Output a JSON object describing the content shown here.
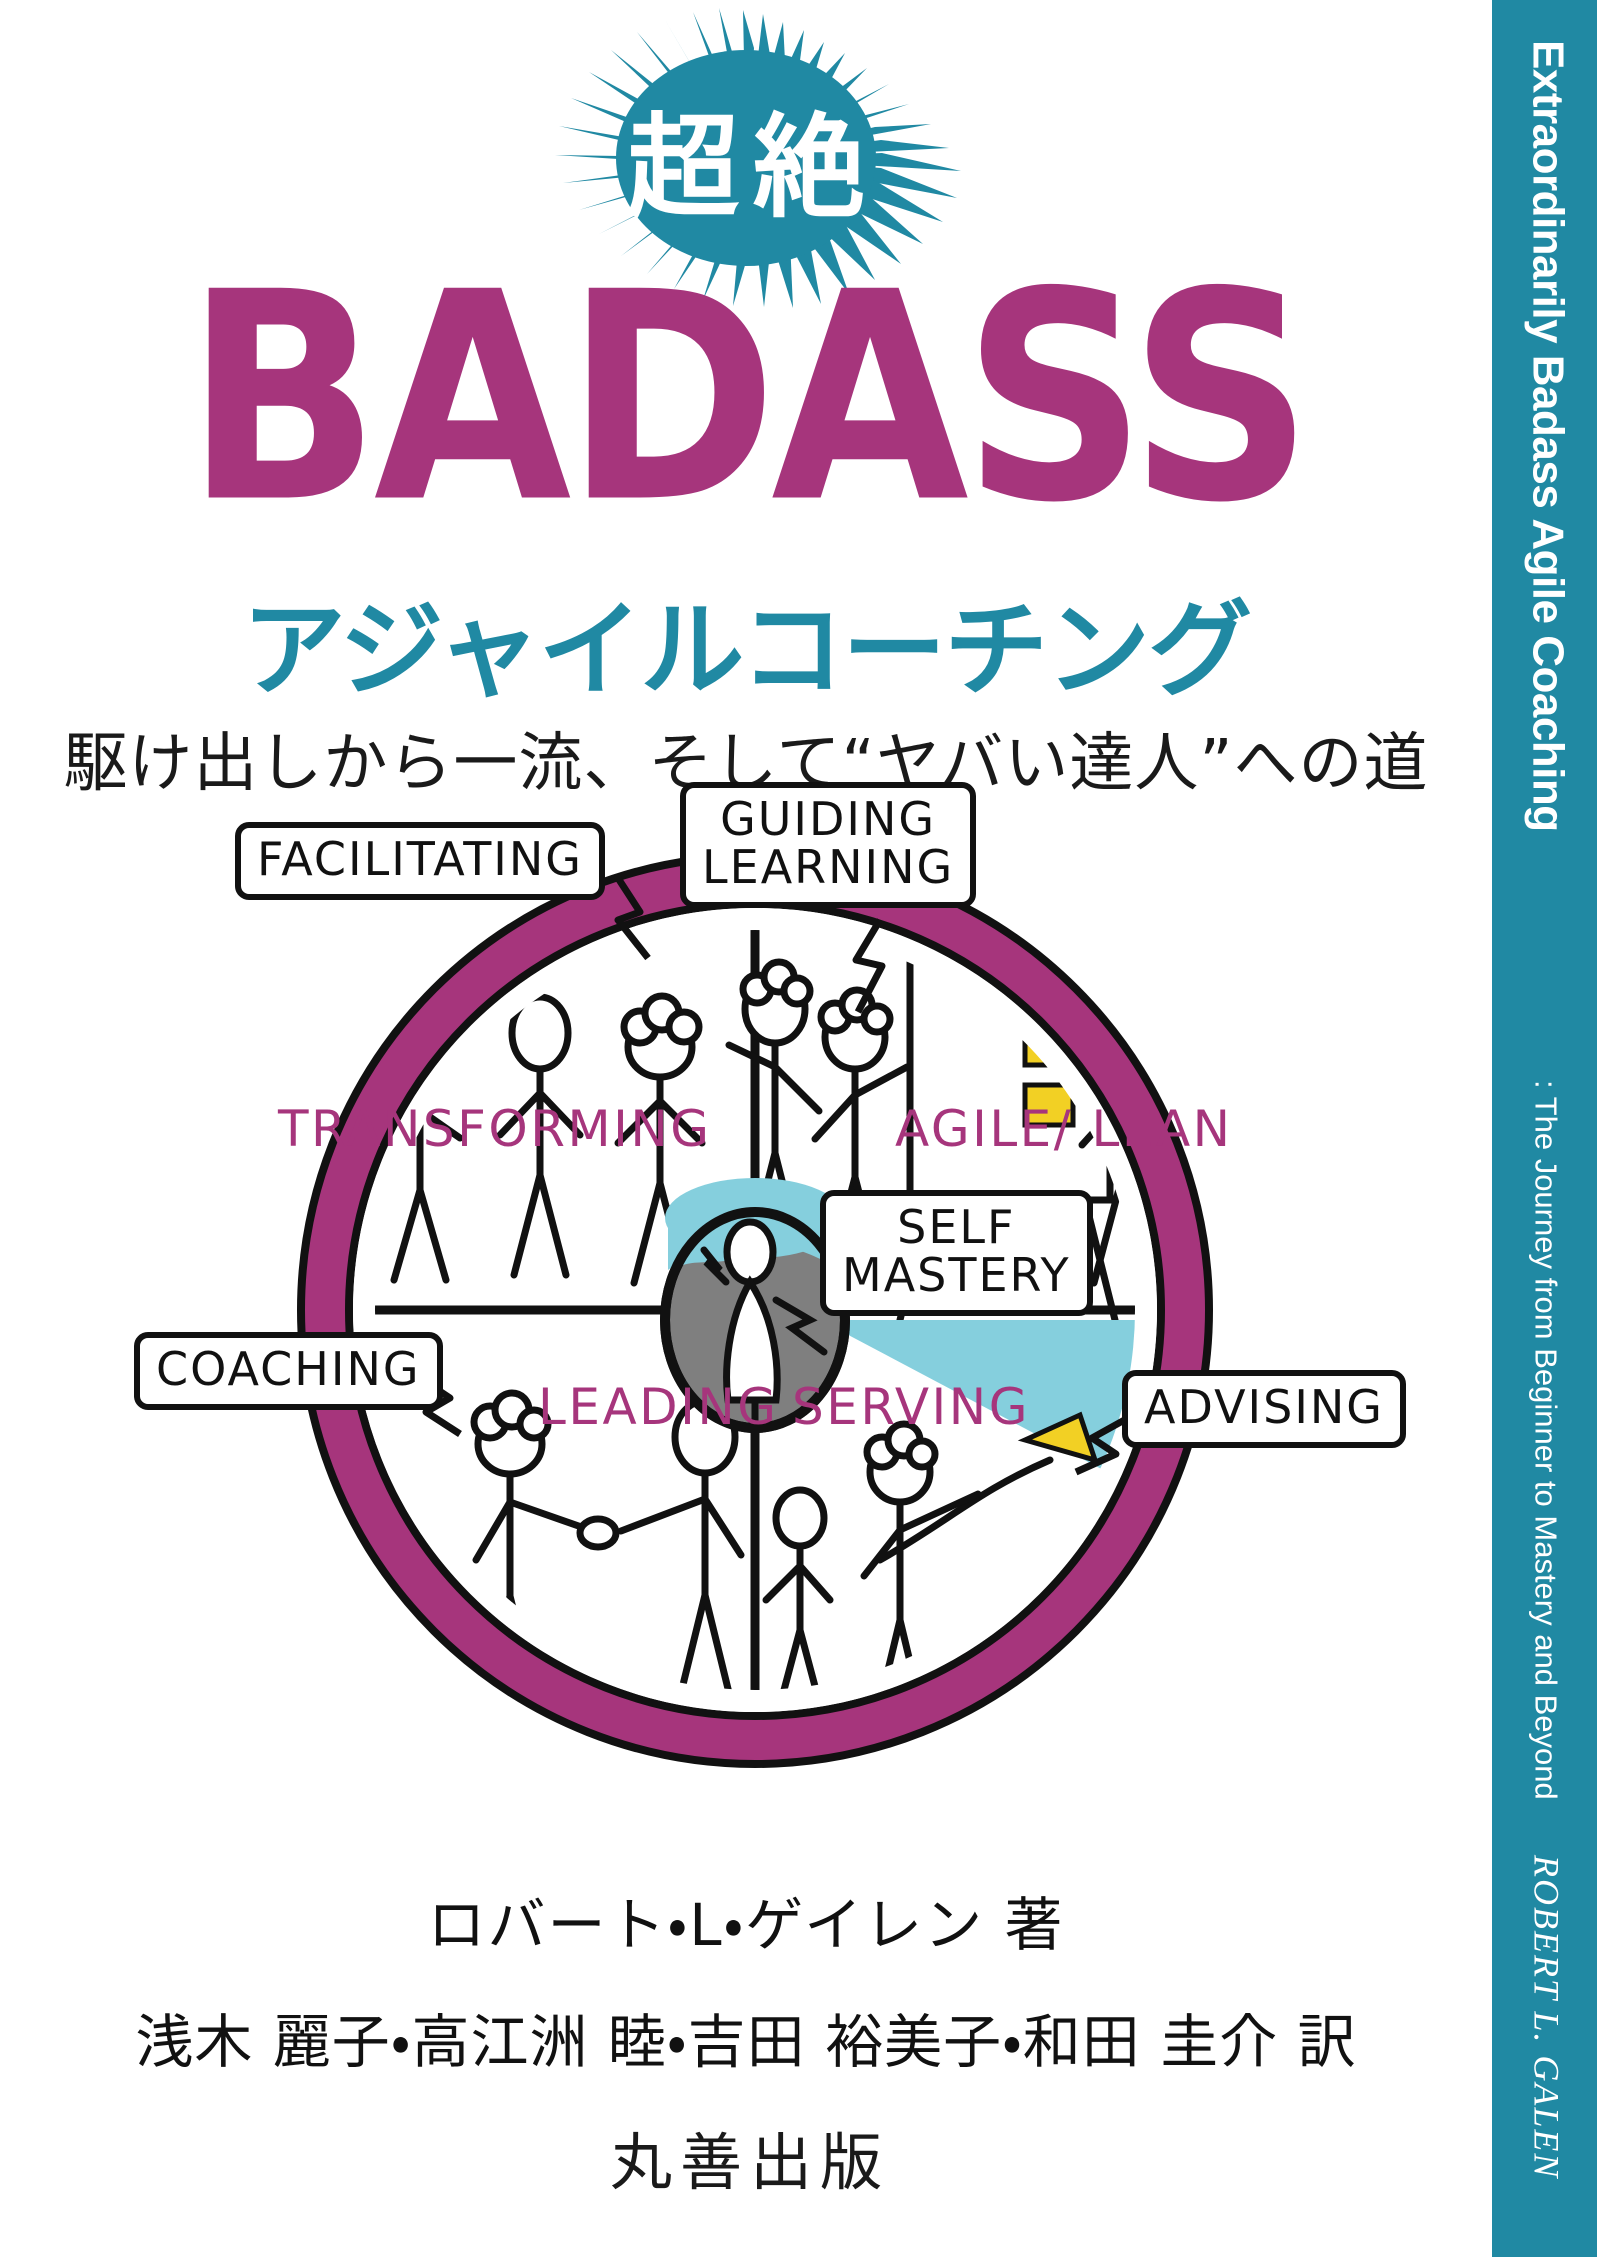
{
  "colors": {
    "teal": "#2089a3",
    "magenta": "#a6357c",
    "ink": "#111111",
    "paper": "#ffffff",
    "sky": "#85cfdd",
    "yellow": "#f2d024",
    "grey": "#7f7f7f"
  },
  "badge": {
    "text": "超絶"
  },
  "front": {
    "title_main": "BADASS",
    "title_kana": "アジャイルコーチング",
    "tagline": "駆け出しから一流、そして“ヤバい達人”への道",
    "author_line": "ロバート・L・ゲイレン 著",
    "translators_line": "浅木 麗子・高江洲 睦・吉田 裕美子・和田 圭介 訳",
    "publisher": "丸善出版"
  },
  "spine": {
    "title": "Extraordinarily Badass Agile Coaching",
    "subtitle": ": The Journey from Beginner to Mastery and Beyond",
    "author": "ROBERT L. GALEN"
  },
  "diagram": {
    "callouts": [
      {
        "id": "facilitating",
        "text": "FACILITATING"
      },
      {
        "id": "guiding-learning",
        "text": "GUIDING\nLEARNING"
      },
      {
        "id": "coaching",
        "text": "COACHING"
      },
      {
        "id": "advising",
        "text": "ADVISING"
      },
      {
        "id": "self-mastery",
        "text": "SELF\nMASTERY"
      }
    ],
    "quadrants": [
      {
        "id": "transforming",
        "text": "TRANSFORMING"
      },
      {
        "id": "agile-lean",
        "text": "AGILE/ LEAN"
      },
      {
        "id": "leading",
        "text": "LEADING"
      },
      {
        "id": "serving",
        "text": "SERVING"
      }
    ]
  }
}
